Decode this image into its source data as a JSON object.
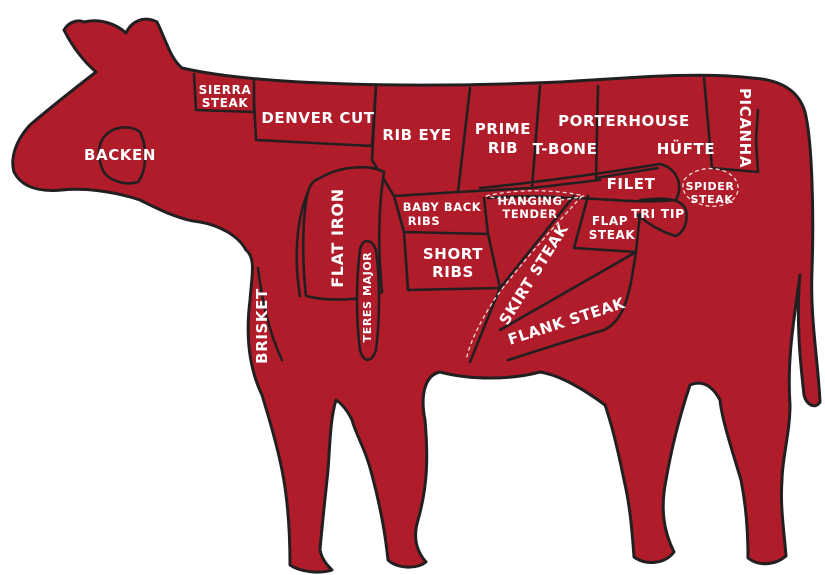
{
  "colors": {
    "meat": "#b01c2a",
    "outline": "#231f20",
    "label": "#ffffff",
    "background": "#ffffff"
  },
  "cuts": {
    "sierra_steak": [
      "SIERRA",
      "STEAK"
    ],
    "denver_cut": "DENVER CUT",
    "rib_eye": "RIB EYE",
    "prime_rib": [
      "PRIME",
      "RIB"
    ],
    "porterhouse": "PORTERHOUSE",
    "t_bone": "T-BONE",
    "hufte": "HÜFTE",
    "picanha": "PICANHA",
    "backen": "BACKEN",
    "filet": "FILET",
    "spider_steak": [
      "SPIDER",
      "STEAK"
    ],
    "baby_back_ribs": [
      "BABY BACK",
      "RIBS"
    ],
    "hanging_tender": [
      "HANGING",
      "TENDER"
    ],
    "flap_steak": [
      "FLAP",
      "STEAK"
    ],
    "tri_tip": "TRI TIP",
    "flat_iron": "FLAT IRON",
    "teres_major": "TERES MAJOR",
    "short_ribs": [
      "SHORT",
      "RIBS"
    ],
    "skirt_steak": "SKIRT STEAK",
    "flank_steak": "FLANK STEAK",
    "brisket": "BRISKET"
  }
}
